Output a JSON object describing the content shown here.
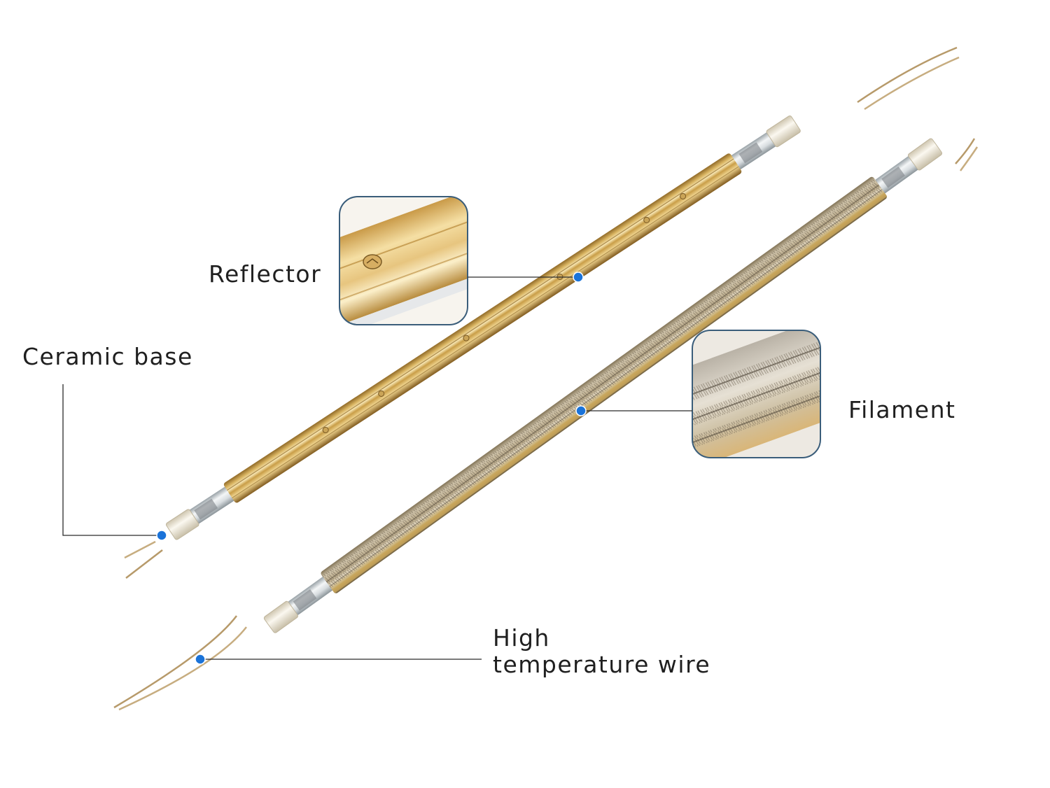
{
  "labels": {
    "reflector": "Reflector",
    "ceramic_base": "Ceramic base",
    "filament": "Filament",
    "wire_line1": "High",
    "wire_line2": "temperature wire"
  },
  "colors": {
    "callout_dot": "#1a73d9",
    "callout_line": "#2b2b2b",
    "gold_tube": "#d9b461",
    "gold_highlight": "#f7e6b3",
    "quartz_tube": "#cfc6b4",
    "ceramic": "#f2ede0",
    "inset_border": "#3a5d7a"
  }
}
